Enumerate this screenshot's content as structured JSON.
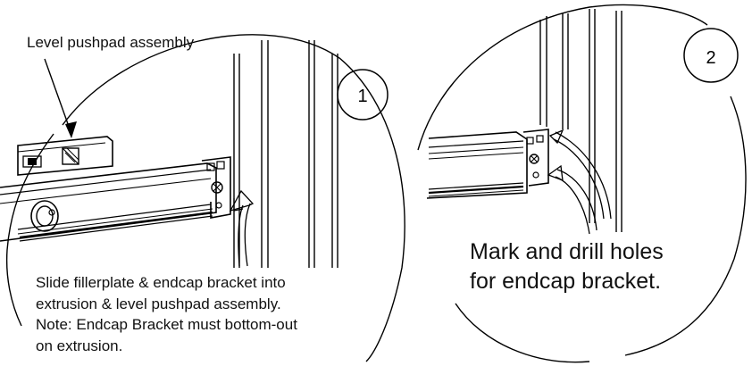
{
  "diagram": {
    "step1": {
      "number": "1",
      "callout": "Level pushpad assembly",
      "instructions": [
        "Slide fillerplate & endcap bracket into",
        "extrusion & level pushpad assembly.",
        "Note: Endcap Bracket must bottom-out",
        "on extrusion."
      ]
    },
    "step2": {
      "number": "2",
      "instructions": [
        "Mark and drill holes",
        "for endcap bracket."
      ]
    },
    "line_color": "#000000",
    "background": "#ffffff"
  }
}
